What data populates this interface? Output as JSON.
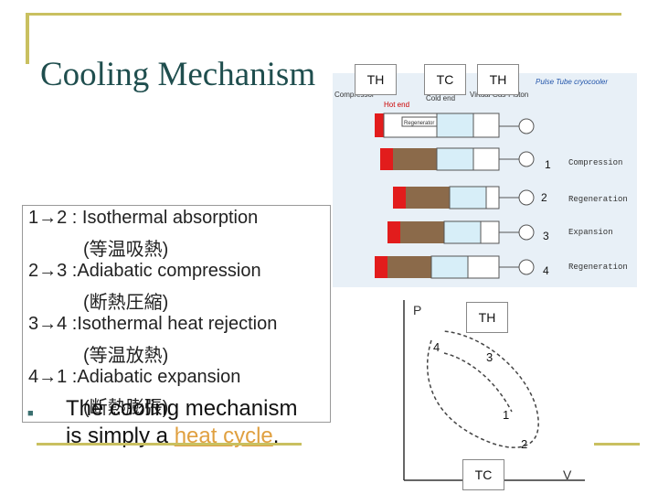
{
  "slide": {
    "title": "Cooling Mechanism",
    "notes": [
      "1→2 : Isothermal absorption",
      "(等温吸熱)",
      "2→3 :Adiabatic compression",
      "(断熱圧縮)",
      "3→4 :Isothermal heat rejection",
      "(等温放熱)",
      "4→1 :Adiabatic expansion",
      "(断熱膨張)"
    ],
    "bullet": {
      "text_line1": "The cooling mechanism",
      "text_line2_prefix": "is simply a ",
      "text_line2_link": "heat cycle",
      "text_line2_suffix": "."
    },
    "labels": {
      "th_left": "TH",
      "tc": "TC",
      "th_right": "TH",
      "pulse_tube": "Pulse Tube cryocooler",
      "compressor": "Compressor",
      "hot_end": "Hot end",
      "cold_end": "Cold end",
      "virtual_piston": "Virtual Gas-Piston",
      "regenerator_small": "Regenerator",
      "step1": "1",
      "step2": "2",
      "step3": "3",
      "step4": "4",
      "compression": "Compression",
      "regeneration1": "Regeneration",
      "expansion": "Expansion",
      "regeneration2": "Regeneration",
      "pv_p": "P",
      "pv_v": "V",
      "pv_th": "TH",
      "pv_tc": "TC",
      "pv_1": "1",
      "pv_2": "2",
      "pv_3": "3",
      "pv_4": "4"
    }
  }
}
